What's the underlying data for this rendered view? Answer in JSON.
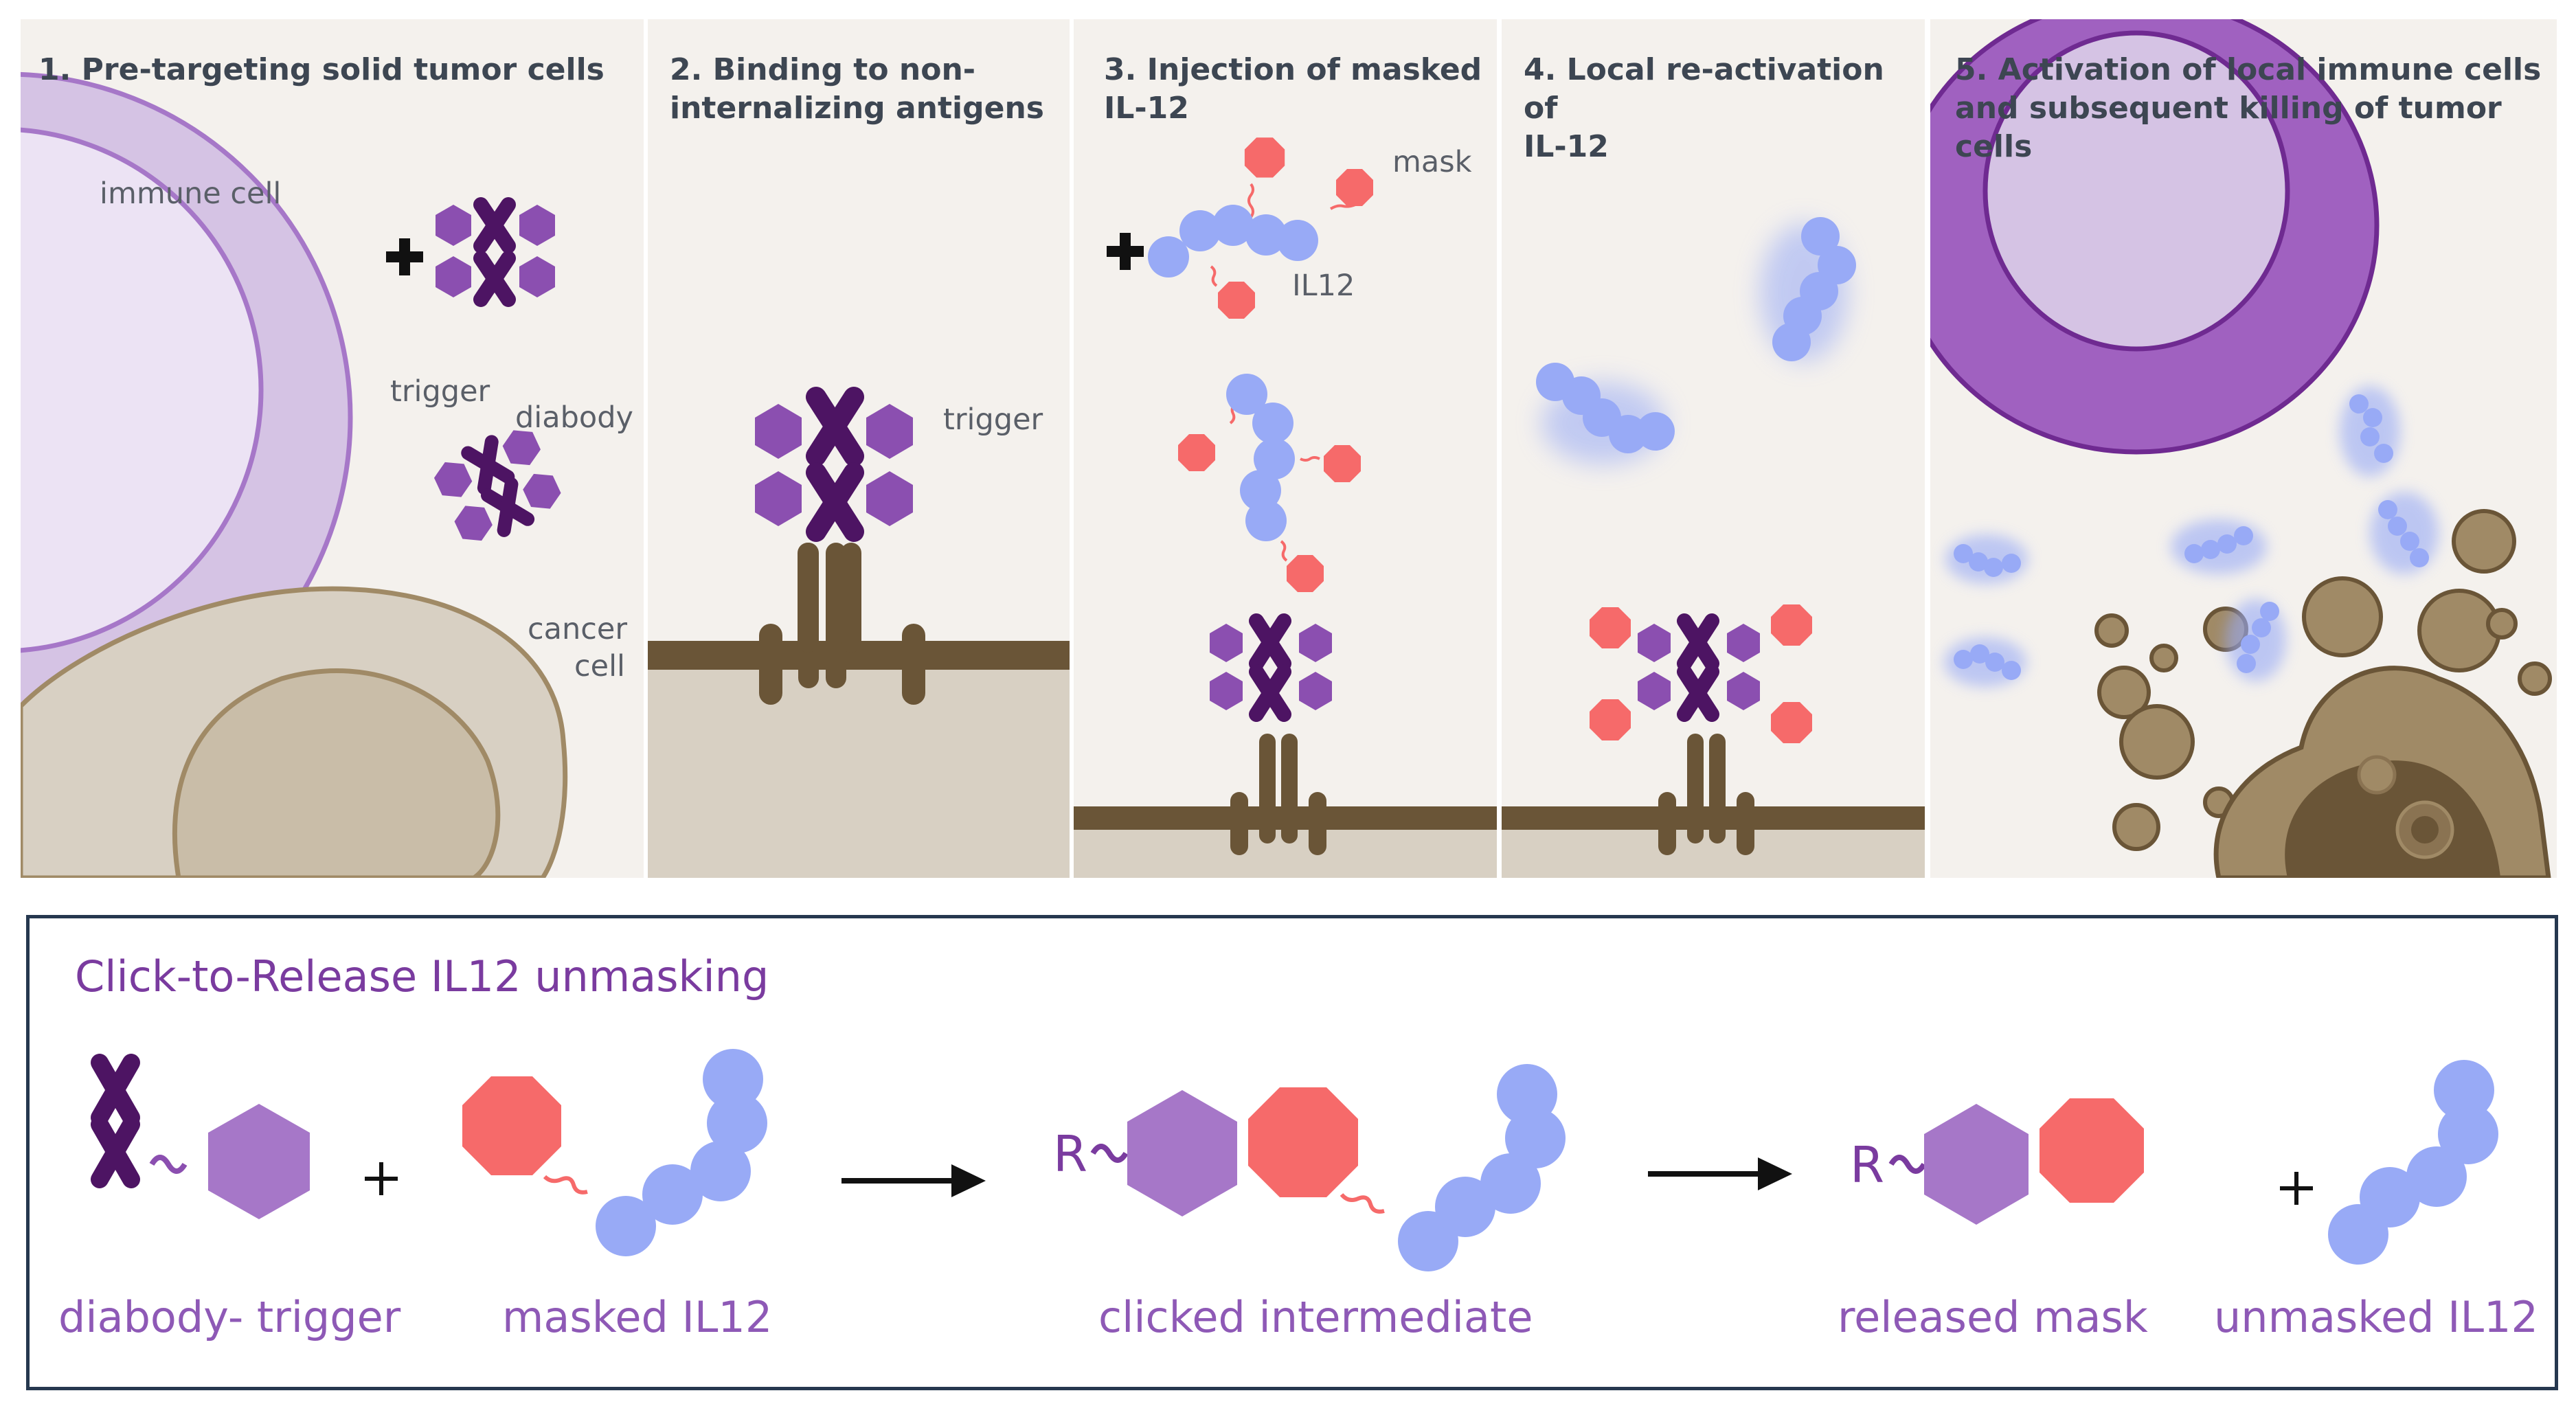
{
  "panels": [
    {
      "title": "1. Pre-targeting solid tumor cells",
      "labels": {
        "immune_cell": "immune cell",
        "trigger": "trigger",
        "diabody": "diabody",
        "cancer": "cancer",
        "cell": "cell"
      }
    },
    {
      "title": "2. Binding to non-\ninternalizing antigens",
      "labels": {
        "trigger": "trigger"
      }
    },
    {
      "title": "3. Injection of masked\nIL-12",
      "labels": {
        "mask": "mask",
        "il12": "IL12"
      }
    },
    {
      "title": "4. Local re-activation of\nIL-12",
      "labels": {}
    },
    {
      "title": "5. Activation of local immune cells\nand subsequent killing of tumor cells",
      "labels": {}
    }
  ],
  "bottom": {
    "title": "Click-to-Release IL12 unmasking",
    "captions": {
      "diabody_trigger": "diabody- trigger",
      "masked_il12": "masked IL12",
      "clicked_intermediate": "clicked intermediate",
      "released_mask": "released mask",
      "unmasked_il12": "unmasked IL12"
    },
    "r_label": "R",
    "plus": "+"
  },
  "colors": {
    "panel_bg": "#f4f1ed",
    "trigger_purple": "#8b4fb0",
    "trigger_light": "#a677c8",
    "diabody_dark": "#4d1463",
    "mask_red": "#f66a6a",
    "il12_blue": "#98aaf6",
    "membrane_brown": "#6a5537",
    "cancer_beige": "#d8d0c3",
    "immune_purple": "#a061c0",
    "title_purple": "#7a3b9f"
  },
  "icons": [
    "plus-icon",
    "arrow-right-icon",
    "diabody-icon",
    "trigger-hexagon-icon",
    "mask-octagon-icon",
    "il12-chain-icon"
  ]
}
